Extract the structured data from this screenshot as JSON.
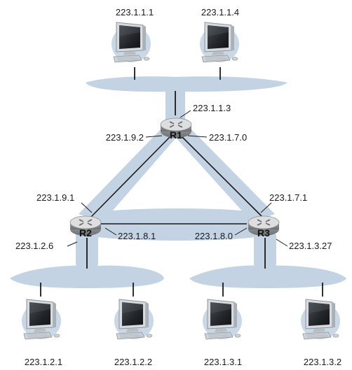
{
  "colors": {
    "network_tint": "#c3d3e3",
    "line": "#1a1a1a",
    "router_body": "#b7b9bb",
    "router_top": "#dfe0e1",
    "monitor_frame": "#cfd4d8",
    "monitor_screen": "#2a2d31"
  },
  "routers": {
    "r1": {
      "label": "R1",
      "icon": "router-icon"
    },
    "r2": {
      "label": "R2",
      "icon": "router-icon"
    },
    "r3": {
      "label": "R3",
      "icon": "router-icon"
    }
  },
  "interfaces": {
    "r1_top": "223.1.1.3",
    "r1_left": "223.1.9.2",
    "r1_right": "223.1.7.0",
    "r2_top": "223.1.9.1",
    "r2_right": "223.1.8.1",
    "r2_bottom": "223.1.2.6",
    "r3_top": "223.1.7.1",
    "r3_left": "223.1.8.0",
    "r3_bottom": "223.1.3.27"
  },
  "hosts": {
    "top_left": {
      "ip": "223.1.1.1",
      "icon": "computer-icon"
    },
    "top_right": {
      "ip": "223.1.1.4",
      "icon": "computer-icon"
    },
    "bottom_1": {
      "ip": "223.1.2.1",
      "icon": "computer-icon"
    },
    "bottom_2": {
      "ip": "223.1.2.2",
      "icon": "computer-icon"
    },
    "bottom_3": {
      "ip": "223.1.3.1",
      "icon": "computer-icon"
    },
    "bottom_4": {
      "ip": "223.1.3.2",
      "icon": "computer-icon"
    }
  }
}
